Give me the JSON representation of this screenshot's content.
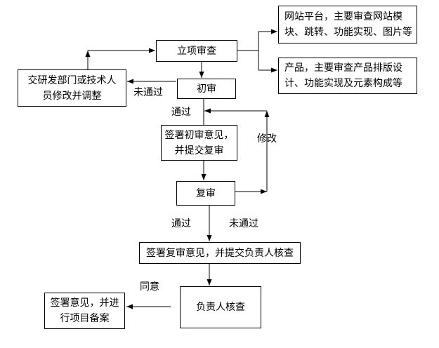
{
  "nodes": {
    "project_review": "立项审查",
    "website_platform": [
      "网站平台，主要审查网站模",
      "块、跳转、功能实现、图片等"
    ],
    "product": [
      "产品，主要审查产品排版设",
      "计、功能实现及元素构成等"
    ],
    "initial_review": "初审",
    "rd_revise": [
      "交研发部门或技术人",
      "员修改并调整"
    ],
    "sign_initial": [
      "签署初审意见，",
      "并提交复审"
    ],
    "second_review": "复审",
    "sign_second": "签署复审意见，并提交负责人核查",
    "manager_check": "负责人核查",
    "sign_archive": [
      "签署意见，并进",
      "行项目备案"
    ]
  },
  "labels": {
    "not_passed_1": "未通过",
    "passed_1": "通过",
    "revise": "修改",
    "passed_2": "通过",
    "not_passed_2": "未通过",
    "agree": "同意"
  },
  "colors": {
    "line": "#000000",
    "box_border": "#000000",
    "background": "#ffffff"
  }
}
